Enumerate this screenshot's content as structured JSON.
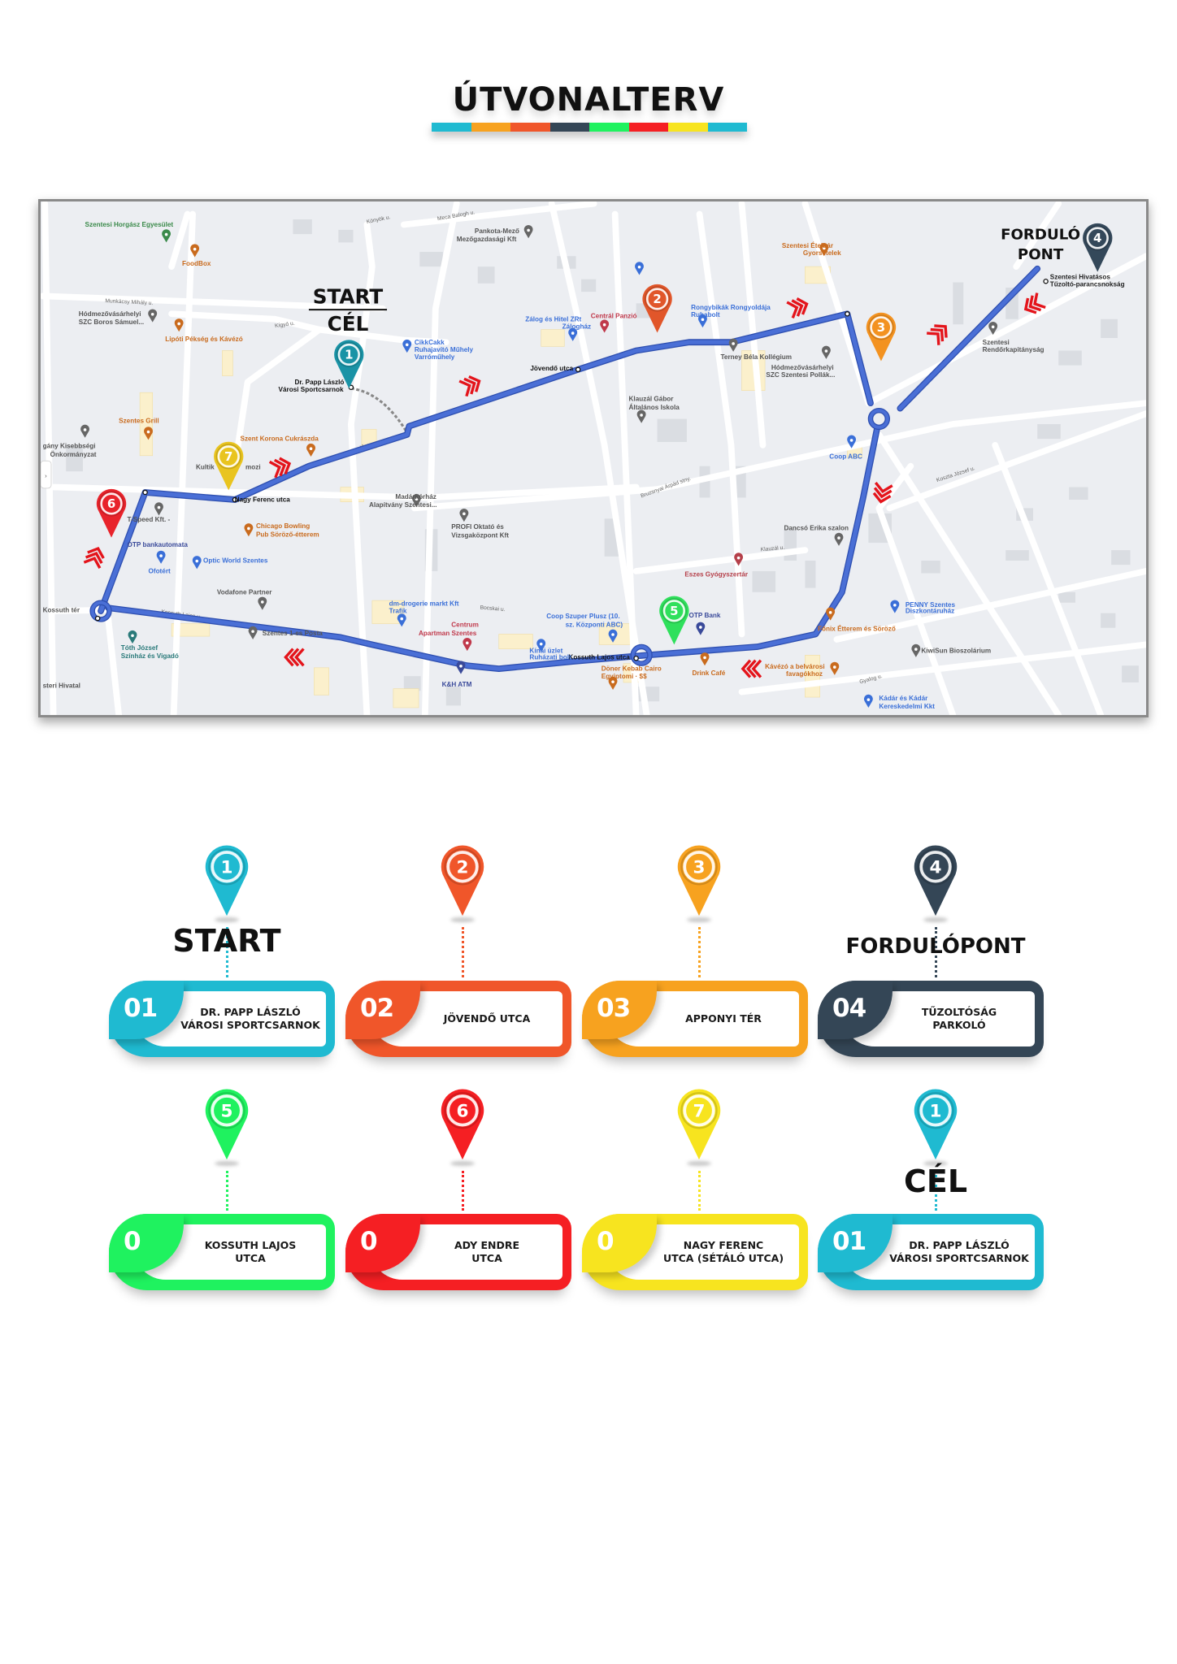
{
  "title": "ÚTVONALTERV",
  "title_bar_colors": [
    "#1fbad1",
    "#f7a21f",
    "#f0562a",
    "#344656",
    "#1ff25f",
    "#f51f23",
    "#f7e41f",
    "#1fbad1"
  ],
  "map": {
    "start_label": "START",
    "goal_label": "CÉL",
    "turn_label_1": "FORDULÓ",
    "turn_label_2": "PONT",
    "route_color": "#4a6fd6",
    "arrow_color": "#e4141b",
    "pins": [
      {
        "number": "1",
        "color": "#1a93a6"
      },
      {
        "number": "2",
        "color": "#e1562a"
      },
      {
        "number": "3",
        "color": "#f39220"
      },
      {
        "number": "4",
        "color": "#34485a"
      },
      {
        "number": "5",
        "color": "#2fe05c"
      },
      {
        "number": "6",
        "color": "#e8232b"
      },
      {
        "number": "7",
        "color": "#e9c41f"
      }
    ],
    "route_labels": [
      "Dr. Papp László",
      "Városi Sportcsarnok",
      "Jövendő utca",
      "Nagy Ferenc utca",
      "Kossuth Lajos utca"
    ],
    "pois": [
      {
        "text": "Szentesi Horgász Egyesület",
        "color": "#3a8a4a"
      },
      {
        "text": "FoodBox",
        "color": "#c96b1e"
      },
      {
        "text": "Hódmezővásárhelyi",
        "color": "#555"
      },
      {
        "text": "SZC Boros Sámuel...",
        "color": "#555"
      },
      {
        "text": "Lipóti Pékség és Kávézó",
        "color": "#c96b1e"
      },
      {
        "text": "Szentes Grill",
        "color": "#c96b1e"
      },
      {
        "text": "gány Kisebbségi",
        "color": "#555"
      },
      {
        "text": "Önkormányzat",
        "color": "#555"
      },
      {
        "text": "Szent Korona Cukrászda",
        "color": "#c96b1e"
      },
      {
        "text": "Kultik",
        "color": "#555"
      },
      {
        "text": "mozi",
        "color": "#555"
      },
      {
        "text": "Pankota-Mező",
        "color": "#555"
      },
      {
        "text": "Mezőgazdasági Kft",
        "color": "#555"
      },
      {
        "text": "CikkCakk",
        "color": "#3a6fd8"
      },
      {
        "text": "Ruhajavító Műhely",
        "color": "#3a6fd8"
      },
      {
        "text": "Varróműhely",
        "color": "#3a6fd8"
      },
      {
        "text": "Zálog és Hitel ZRt",
        "color": "#3a6fd8"
      },
      {
        "text": "Zálogház",
        "color": "#3a6fd8"
      },
      {
        "text": "Centrál Panzió",
        "color": "#c0394b"
      },
      {
        "text": "Rongybikák Rongyoldája",
        "color": "#3a6fd8"
      },
      {
        "text": "Ruhabolt",
        "color": "#3a6fd8"
      },
      {
        "text": "Szentesi Ételbár",
        "color": "#c96b1e"
      },
      {
        "text": "Gyorsételek",
        "color": "#c96b1e"
      },
      {
        "text": "Terney Béla Kollégium",
        "color": "#555"
      },
      {
        "text": "Hódmezővásárhelyi",
        "color": "#555"
      },
      {
        "text": "SZC Szentesi Pollák...",
        "color": "#555"
      },
      {
        "text": "Klauzál Gábor",
        "color": "#555"
      },
      {
        "text": "Általános Iskola",
        "color": "#555"
      },
      {
        "text": "Szentesi Hivatásos",
        "color": "#222"
      },
      {
        "text": "Tűzoltó-parancsnokság",
        "color": "#222"
      },
      {
        "text": "Szentesi",
        "color": "#555"
      },
      {
        "text": "Rendőrkapitányság",
        "color": "#555"
      },
      {
        "text": "Coop ABC",
        "color": "#3a6fd8"
      },
      {
        "text": "Dancsó Erika szalon",
        "color": "#555"
      },
      {
        "text": "Eszes Gyógyszertár",
        "color": "#b5404a"
      },
      {
        "text": "Madárkórház",
        "color": "#555"
      },
      {
        "text": "Alapítvány Szentesi...",
        "color": "#555"
      },
      {
        "text": "PROFI Oktató és",
        "color": "#555"
      },
      {
        "text": "Vizsgaközpont Kft",
        "color": "#555"
      },
      {
        "text": "Chicago Bowling",
        "color": "#c96b1e"
      },
      {
        "text": "Pub Söröző-étterem",
        "color": "#c96b1e"
      },
      {
        "text": "T-Speed Kft. -",
        "color": "#555"
      },
      {
        "text": "OTP bankautomata",
        "color": "#3a4a9a"
      },
      {
        "text": "Optic World Szentes",
        "color": "#3a6fd8"
      },
      {
        "text": "Ofotért",
        "color": "#3a6fd8"
      },
      {
        "text": "Vodafone Partner",
        "color": "#555"
      },
      {
        "text": "dm-drogerie markt Kft",
        "color": "#3a6fd8"
      },
      {
        "text": "Trafik",
        "color": "#3a6fd8"
      },
      {
        "text": "Centrum",
        "color": "#c0394b"
      },
      {
        "text": "Apartman Szentes",
        "color": "#c0394b"
      },
      {
        "text": "Coop Szuper Plusz (10.",
        "color": "#3a6fd8"
      },
      {
        "text": "sz. Központi ABC)",
        "color": "#3a6fd8"
      },
      {
        "text": "OTP Bank",
        "color": "#3a4a9a"
      },
      {
        "text": "PENNY Szentes",
        "color": "#3a6fd8"
      },
      {
        "text": "Diszkontáruház",
        "color": "#3a6fd8"
      },
      {
        "text": "Főnix Étterem és Söröző",
        "color": "#c96b1e"
      },
      {
        "text": "KiwiSun Bioszolárium",
        "color": "#555"
      },
      {
        "text": "Kávézó a belvárosi",
        "color": "#c96b1e"
      },
      {
        "text": "favagókhoz",
        "color": "#c96b1e"
      },
      {
        "text": "Drink Café",
        "color": "#c96b1e"
      },
      {
        "text": "Döner Kebab Cairo",
        "color": "#c96b1e"
      },
      {
        "text": "Egyiptomi · $$",
        "color": "#c96b1e"
      },
      {
        "text": "Kínai üzlet",
        "color": "#3a6fd8"
      },
      {
        "text": "Ruházati bolt",
        "color": "#3a6fd8"
      },
      {
        "text": "K&H ATM",
        "color": "#3a4a9a"
      },
      {
        "text": "Szentes 1-es Posta",
        "color": "#555"
      },
      {
        "text": "Tóth József",
        "color": "#2a7a7a"
      },
      {
        "text": "Színház és Vigadó",
        "color": "#2a7a7a"
      },
      {
        "text": "Kádár és Kádár",
        "color": "#3a6fd8"
      },
      {
        "text": "Kereskedelmi Kkt",
        "color": "#3a6fd8"
      },
      {
        "text": "steri Hivatal",
        "color": "#555"
      },
      {
        "text": "Kossuth tér",
        "color": "#555"
      }
    ],
    "streets": [
      "Munkácsy Mihály u.",
      "Kígyó u.",
      "Könyök u.",
      "Meca Balogh u.",
      "Bruzsnyai Árpád stny.",
      "Koszta József u.",
      "Gyalog u.",
      "Klauzál u.",
      "Bocskai u.",
      "Jövendő u.",
      "Kossuth Lajos u."
    ]
  },
  "stops": [
    {
      "pin": "1",
      "color": "#1fbad1",
      "number": "01",
      "line1": "DR. PAPP LÁSZLÓ",
      "line2": "VÁROSI SPORTCSARNOK",
      "caption": "START"
    },
    {
      "pin": "2",
      "color": "#f0562a",
      "number": "02",
      "line1": "JÖVENDŐ UTCA",
      "line2": ""
    },
    {
      "pin": "3",
      "color": "#f7a21f",
      "number": "03",
      "line1": "APPONYI  TÉR",
      "line2": ""
    },
    {
      "pin": "4",
      "color": "#344656",
      "number": "04",
      "line1": "TŰZOLTÓSÁG",
      "line2": "PARKOLÓ",
      "caption": "FORDULÓPONT"
    },
    {
      "pin": "5",
      "color": "#1ff25f",
      "number": "0",
      "line1": "KOSSUTH LAJOS",
      "line2": "UTCA"
    },
    {
      "pin": "6",
      "color": "#f51f23",
      "number": "0",
      "line1": "ADY ENDRE",
      "line2": "UTCA"
    },
    {
      "pin": "7",
      "color": "#f7e41f",
      "number": "0",
      "line1": "NAGY FERENC",
      "line2": "UTCA (SÉTÁLÓ UTCA)"
    },
    {
      "pin": "1",
      "color": "#1fbad1",
      "number": "01",
      "line1": "DR. PAPP LÁSZLÓ",
      "line2": "VÁROSI SPORTCSARNOK",
      "caption": "CÉL"
    }
  ]
}
